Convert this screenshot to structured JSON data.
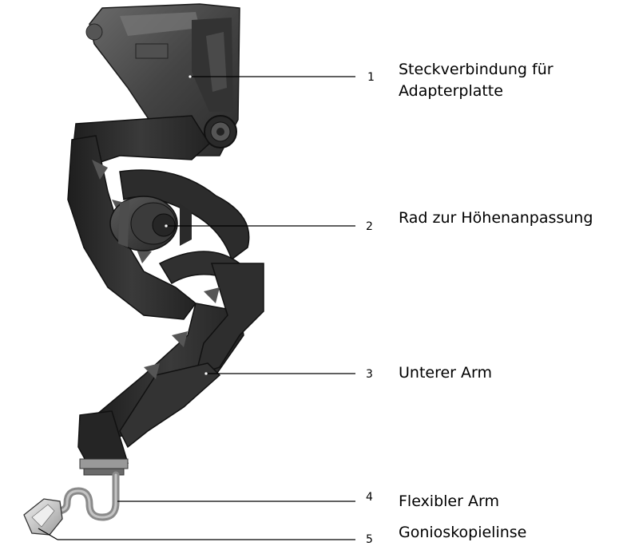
{
  "callouts": [
    {
      "number": "1",
      "label_lines": [
        "Steckverbindung für",
        "Adapterplatte"
      ]
    },
    {
      "number": "2",
      "label_lines": [
        "Rad zur Höhenanpassung"
      ]
    },
    {
      "number": "3",
      "label_lines": [
        "Unterer Arm"
      ]
    },
    {
      "number": "4",
      "label_lines": [
        "Flexibler Arm"
      ]
    },
    {
      "number": "5",
      "label_lines": [
        "Gonioskopielinse"
      ]
    }
  ],
  "colors": {
    "part_dark": "#2a2a2a",
    "part_mid": "#3d3d3d",
    "part_light": "#5a5a5a",
    "lens": "#d9d9d9"
  }
}
